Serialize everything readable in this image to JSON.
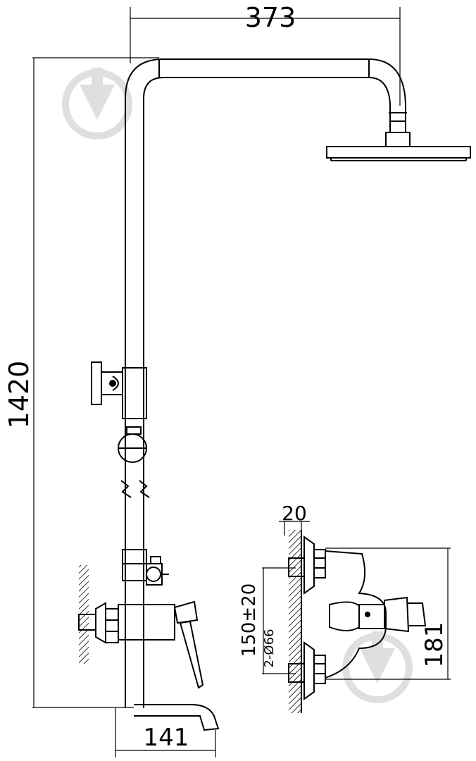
{
  "dimensions": {
    "top_width": "373",
    "total_height": "1420",
    "spout_reach": "141",
    "wall_offset": "20",
    "center_distance": "150±20",
    "mount_holes": "2-Ø66",
    "mixer_depth": "181"
  },
  "colors": {
    "line": "#000000",
    "watermark": "#d9d9d9",
    "background": "#ffffff"
  },
  "watermark_icon": "downward-arrow-in-circle-icon"
}
